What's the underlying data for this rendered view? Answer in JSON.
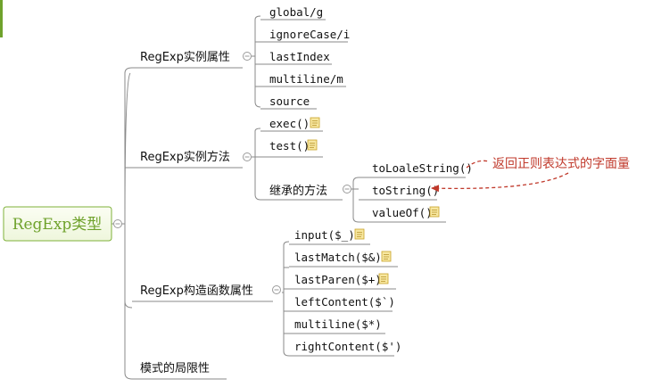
{
  "root": {
    "label": "RegExp类型"
  },
  "branches": {
    "props": {
      "label": "RegExp实例属性",
      "children": [
        "global/g",
        "ignoreCase/i",
        "lastIndex",
        "multiline/m",
        "source"
      ]
    },
    "methods": {
      "label": "RegExp实例方法",
      "children": [
        "exec()",
        "test()"
      ],
      "inherited": {
        "label": "继承的方法",
        "children": [
          "toLoaleString()",
          "toString()",
          "valueOf()"
        ]
      }
    },
    "ctor": {
      "label": "RegExp构造函数属性",
      "children": [
        "input($_)",
        "lastMatch($&)",
        "lastParen($+)",
        "leftContent($`)",
        "multiline($*)",
        "rightContent($')"
      ]
    },
    "limits": {
      "label": "模式的局限性"
    }
  },
  "annotation": {
    "text": "返回正则表达式的字面量"
  },
  "colors": {
    "accent": "#6fa22c",
    "line": "#8a8a8a",
    "annotation": "#c0392b",
    "note_icon": "#e8c44a",
    "root_fill": "#f7fbe9"
  },
  "icons": {
    "note": "note-icon",
    "toggle": "collapse-toggle-icon"
  }
}
